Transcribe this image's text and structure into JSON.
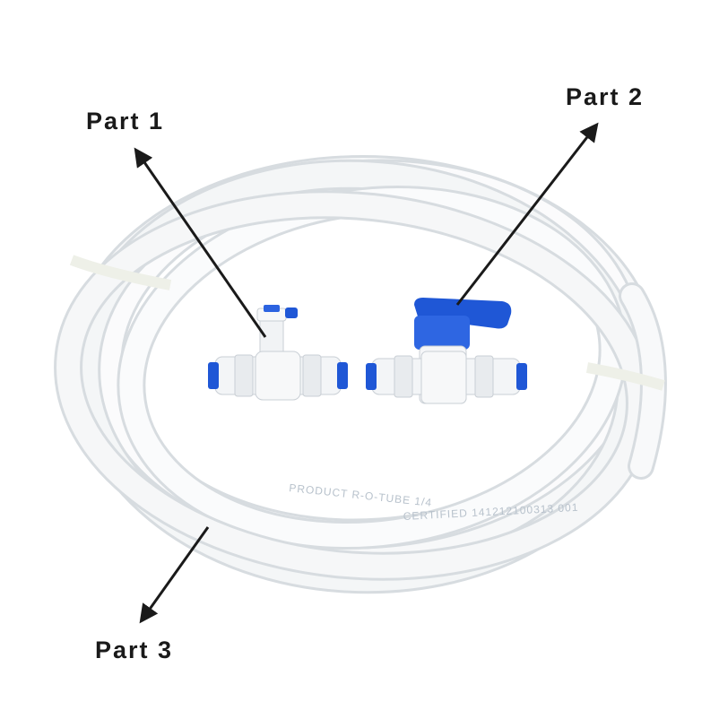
{
  "labels": {
    "part1": "Part 1",
    "part2": "Part 2",
    "part3": "Part 3"
  },
  "tube_print": {
    "line1": "PRODUCT R-O-TUBE 1/4",
    "line2": "CERTIFIED 141212100313 001"
  },
  "colors": {
    "tube": "#f4f6f7",
    "tube_shadow": "#d9dee2",
    "fitting_blue": "#1f57d6",
    "arrow": "#1a1a1a"
  }
}
